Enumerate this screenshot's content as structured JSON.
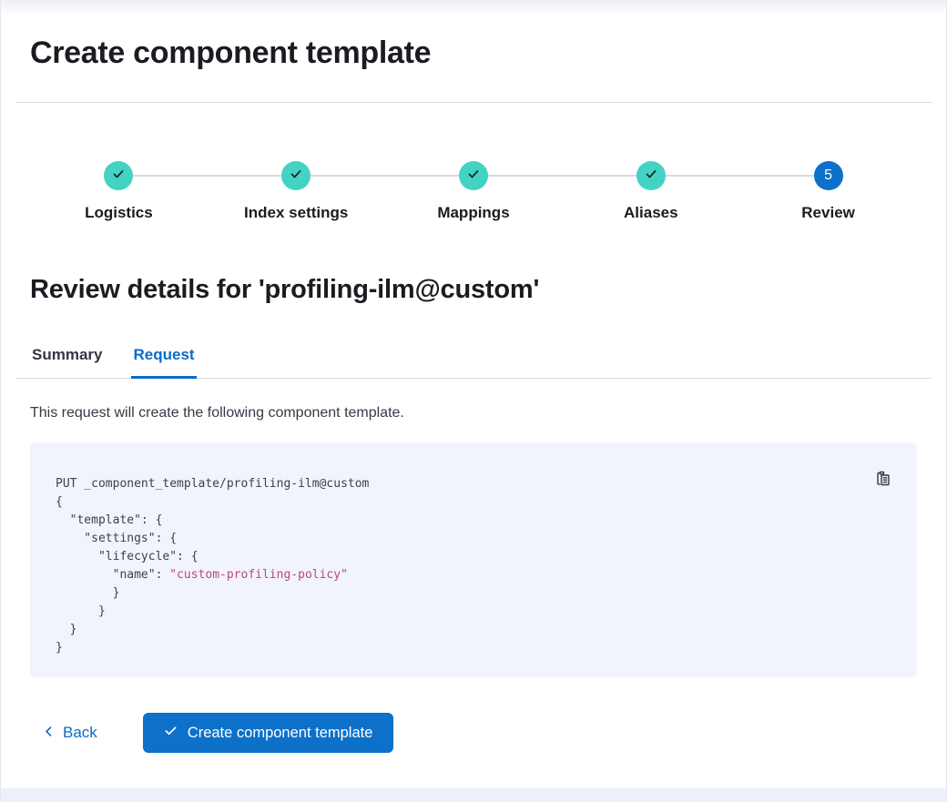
{
  "page": {
    "title": "Create component template"
  },
  "stepper": {
    "steps": [
      {
        "label": "Logistics",
        "status": "complete"
      },
      {
        "label": "Index settings",
        "status": "complete"
      },
      {
        "label": "Mappings",
        "status": "complete"
      },
      {
        "label": "Aliases",
        "status": "complete"
      },
      {
        "label": "Review",
        "status": "current",
        "number": "5"
      }
    ]
  },
  "review": {
    "heading": "Review details for 'profiling-ilm@custom'",
    "tabs": [
      {
        "label": "Summary",
        "selected": false
      },
      {
        "label": "Request",
        "selected": true
      }
    ],
    "description": "This request will create the following component template."
  },
  "code": {
    "line1": "PUT _component_template/profiling-ilm@custom",
    "line2": "{",
    "line3": "  \"template\": {",
    "line4": "    \"settings\": {",
    "line5": "      \"lifecycle\": {",
    "line6_key": "        \"name\": ",
    "line6_value": "\"custom-profiling-policy\"",
    "line7": "        }",
    "line8": "      }",
    "line9": "  }",
    "line10": "}"
  },
  "footer": {
    "back_label": "Back",
    "create_label": "Create component template"
  },
  "icons": {
    "step_complete": "check-icon",
    "copy": "copy-clipboard-icon",
    "back": "chevron-left-icon",
    "create": "check-icon"
  },
  "colors": {
    "primary_blue": "#0d70c9",
    "link_blue": "#0b6bcb",
    "step_complete_teal": "#43d3c4",
    "divider": "#d6d9e7",
    "code_background": "#f2f4fb",
    "code_string_value": "#bd4a6e",
    "text_dark": "#1a1c21",
    "text_body": "#343741"
  }
}
